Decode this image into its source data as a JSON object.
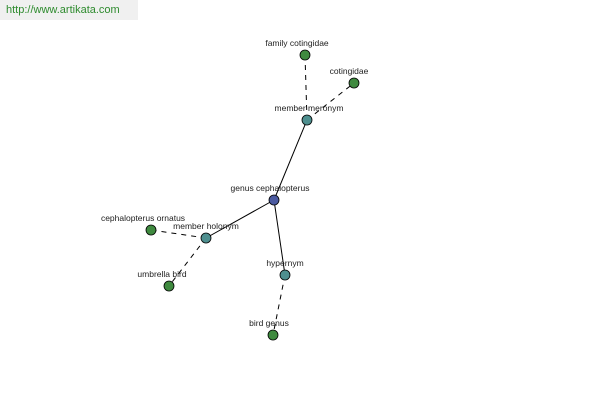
{
  "banner": {
    "url": "http://www.artikata.com"
  },
  "colors": {
    "center": "#4b5aa0",
    "relation": "#4e8f8f",
    "leaf": "#3f8a3f"
  },
  "graph": {
    "nodes": [
      {
        "id": "genus",
        "label": "genus cephalopterus",
        "kind": "center"
      },
      {
        "id": "meronym",
        "label": "member meronym",
        "kind": "relation"
      },
      {
        "id": "holonym",
        "label": "member holonym",
        "kind": "relation"
      },
      {
        "id": "hypernym",
        "label": "hypernym",
        "kind": "relation"
      },
      {
        "id": "family",
        "label": "family cotingidae",
        "kind": "leaf"
      },
      {
        "id": "cotingidae",
        "label": "cotingidae",
        "kind": "leaf"
      },
      {
        "id": "ornatus",
        "label": "cephalopterus ornatus",
        "kind": "leaf"
      },
      {
        "id": "umbrella",
        "label": "umbrella bird",
        "kind": "leaf"
      },
      {
        "id": "birdgenus",
        "label": "bird genus",
        "kind": "leaf"
      }
    ],
    "edges": [
      {
        "from": "genus",
        "to": "meronym",
        "style": "solid"
      },
      {
        "from": "genus",
        "to": "holonym",
        "style": "solid"
      },
      {
        "from": "genus",
        "to": "hypernym",
        "style": "solid"
      },
      {
        "from": "meronym",
        "to": "family",
        "style": "dashed"
      },
      {
        "from": "meronym",
        "to": "cotingidae",
        "style": "dashed"
      },
      {
        "from": "holonym",
        "to": "ornatus",
        "style": "dashed"
      },
      {
        "from": "holonym",
        "to": "umbrella",
        "style": "dashed"
      },
      {
        "from": "hypernym",
        "to": "birdgenus",
        "style": "dashed"
      }
    ]
  }
}
